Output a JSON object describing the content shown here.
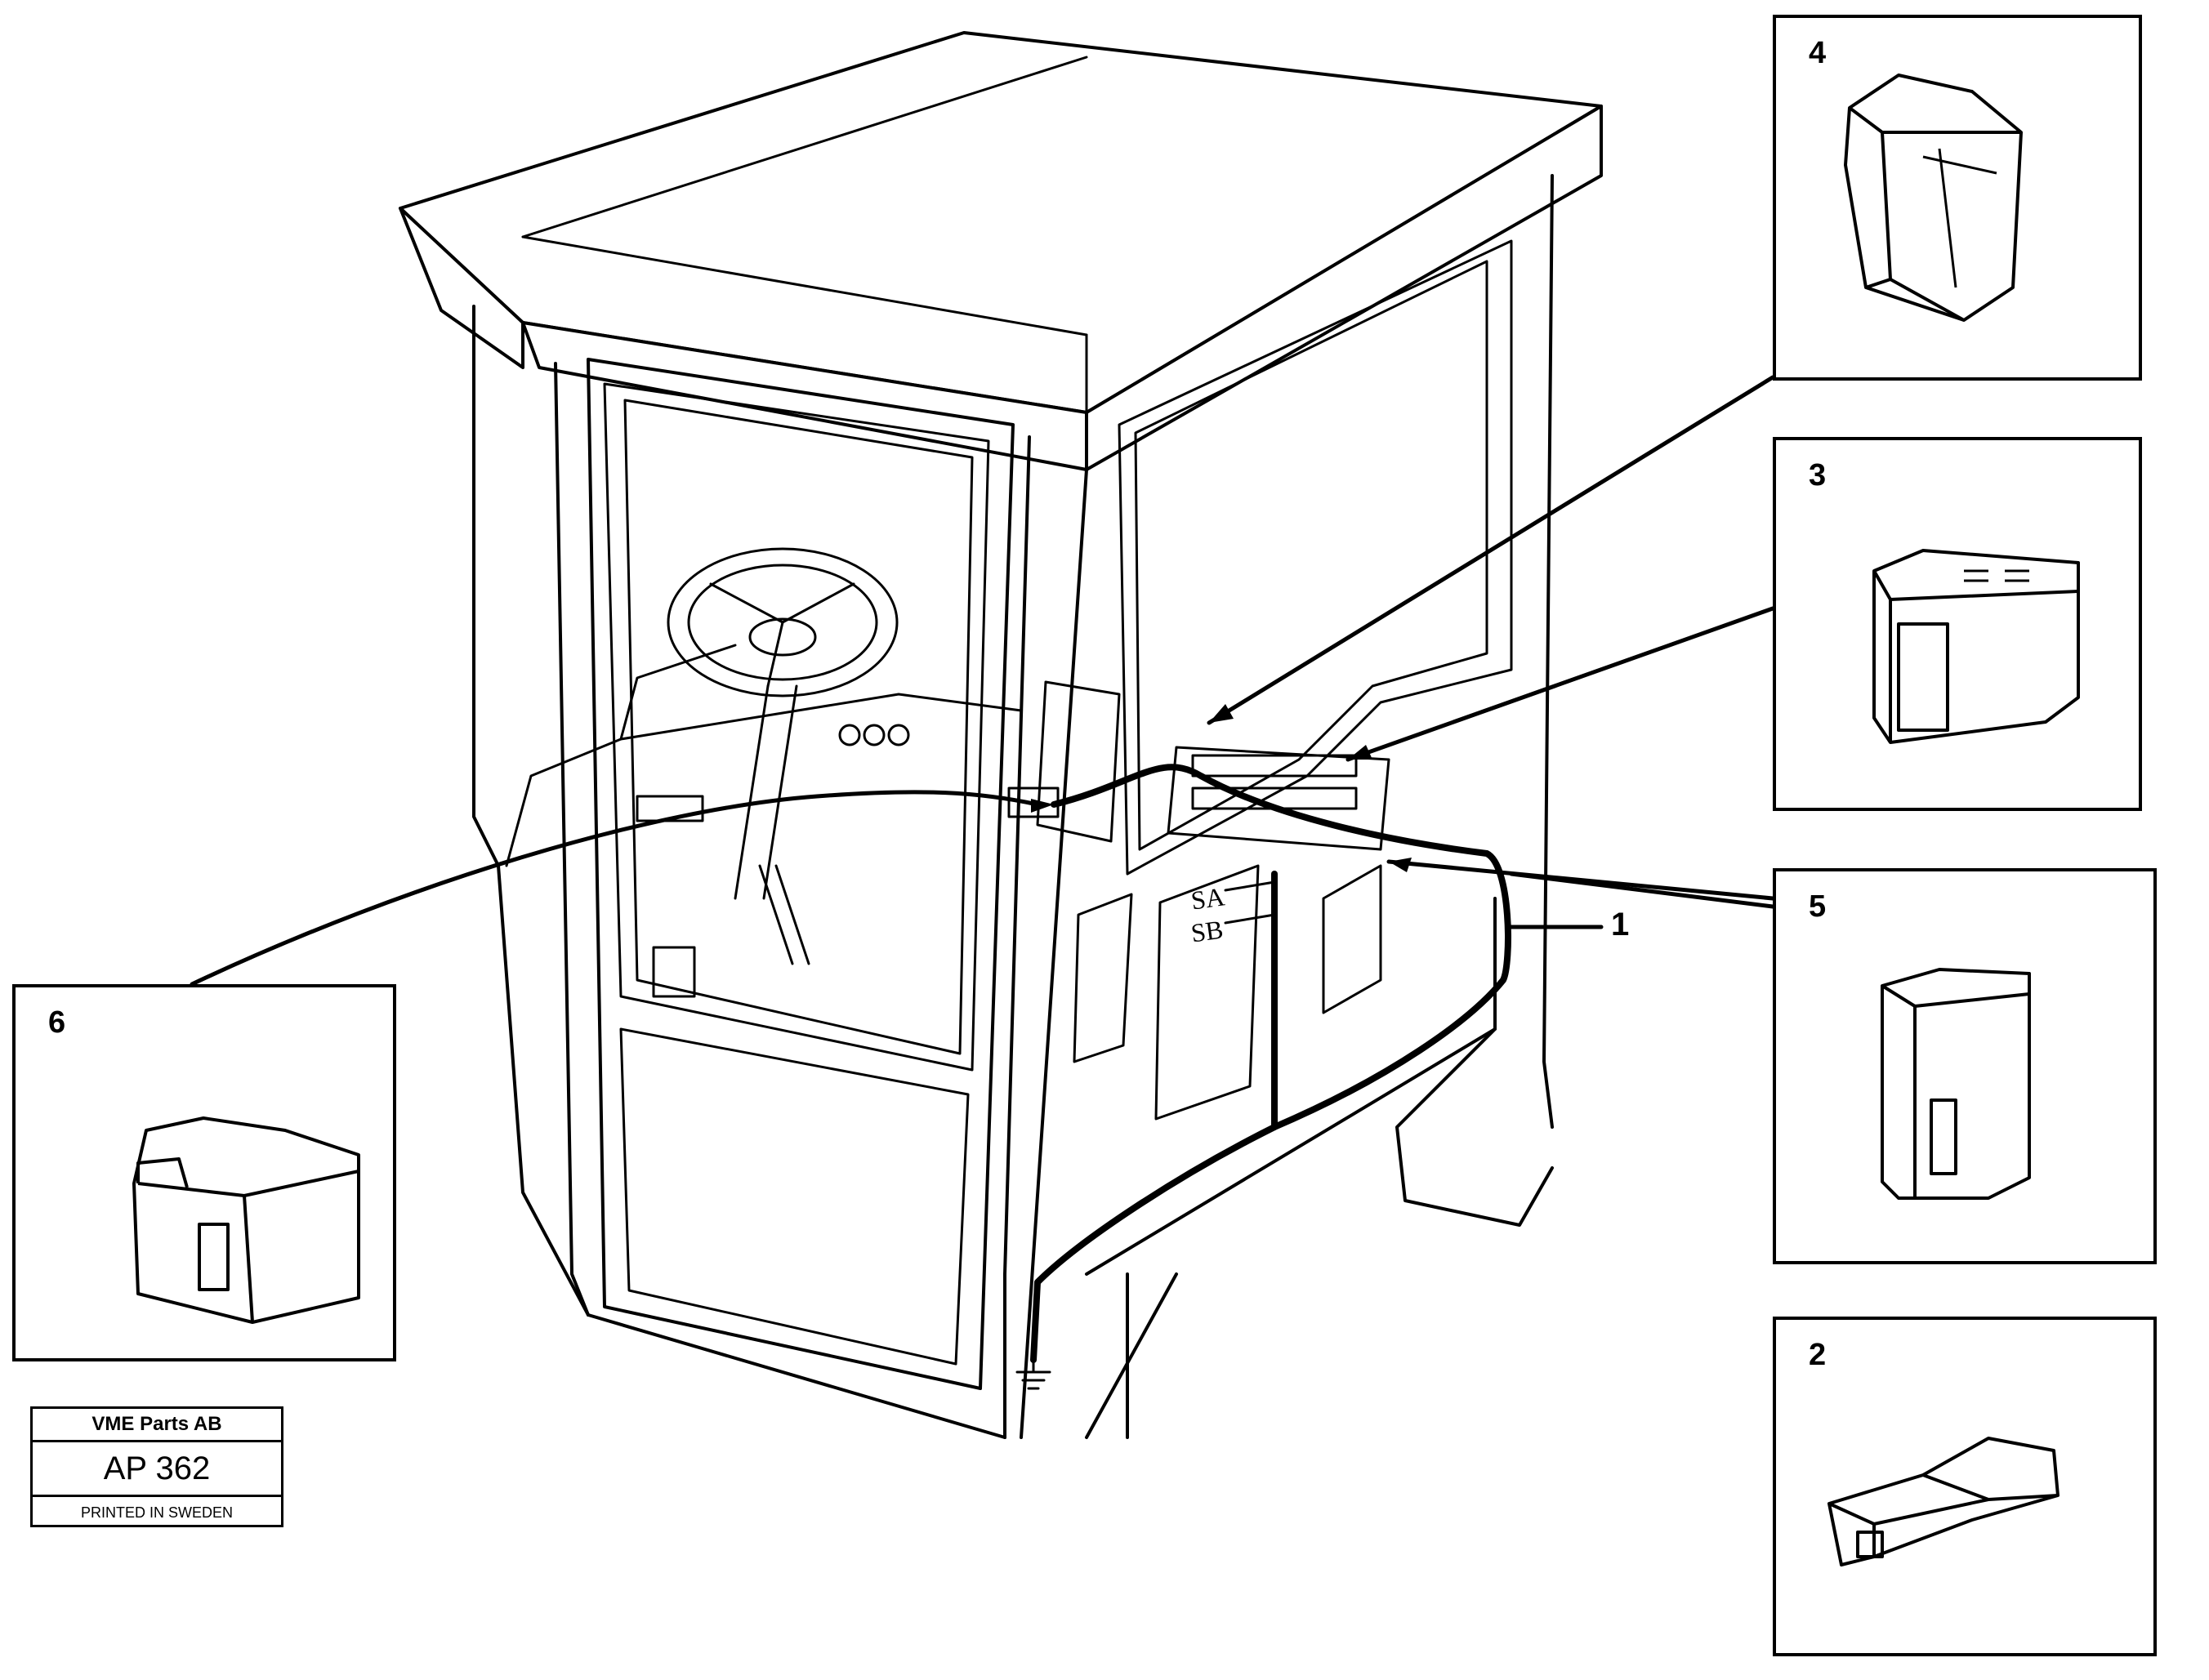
{
  "callouts": {
    "c4": "4",
    "c3": "3",
    "c5": "5",
    "c2": "2",
    "c6": "6",
    "c1": "1"
  },
  "cab_labels": {
    "sa": "SA",
    "sb": "SB"
  },
  "stamp": {
    "company": "VME Parts AB",
    "code": "AP 362",
    "printed": "PRINTED IN SWEDEN"
  },
  "icons": {
    "ground": "ground-symbol-icon",
    "connector": "connector-housing-icon"
  }
}
